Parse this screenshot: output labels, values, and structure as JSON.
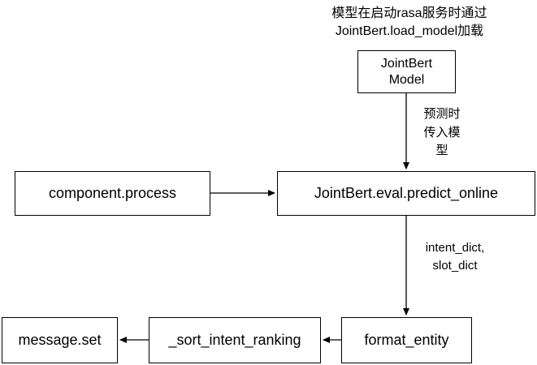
{
  "diagram": {
    "top_note": "模型在启动rasa服务时通过\nJointBert.load_model加载",
    "nodes": {
      "jointbert_model": {
        "label": "JointBert\nModel"
      },
      "component_process": {
        "label": "component.process"
      },
      "predict_online": {
        "label": "JointBert.eval.predict_online"
      },
      "format_entity": {
        "label": "format_entity"
      },
      "sort_intent_ranking": {
        "label": "_sort_intent_ranking"
      },
      "message_set": {
        "label": "message.set"
      }
    },
    "edge_labels": {
      "predict_input": "预测时\n传入模\n型",
      "intent_slot": "intent_dict,\nslot_dict"
    },
    "colors": {
      "line": "#000000",
      "background": "#ffffff",
      "text": "#000000"
    }
  }
}
